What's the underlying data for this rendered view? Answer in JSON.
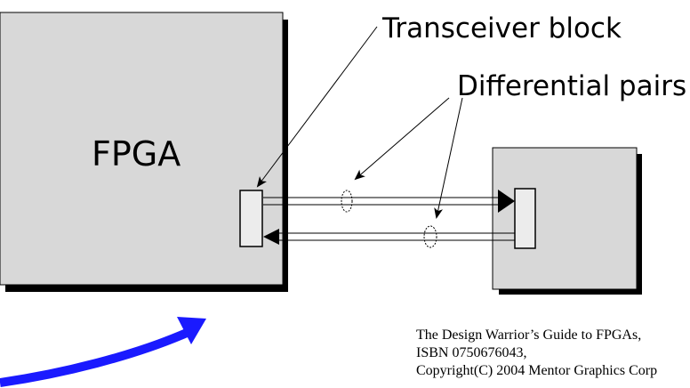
{
  "fpga_label": "FPGA",
  "callouts": {
    "transceiver_block": "Transceiver block",
    "differential_pairs": "Differential pairs"
  },
  "credit_lines": [
    "The Design Warrior’s Guide to FPGAs,",
    "ISBN 0750676043,",
    "Copyright(C) 2004 Mentor Graphics Corp"
  ],
  "colors": {
    "chip_fill": "#d8d8d8",
    "chip_shadow": "#000000",
    "outline": "#000000",
    "curved_arrow": "#1a1aff"
  }
}
